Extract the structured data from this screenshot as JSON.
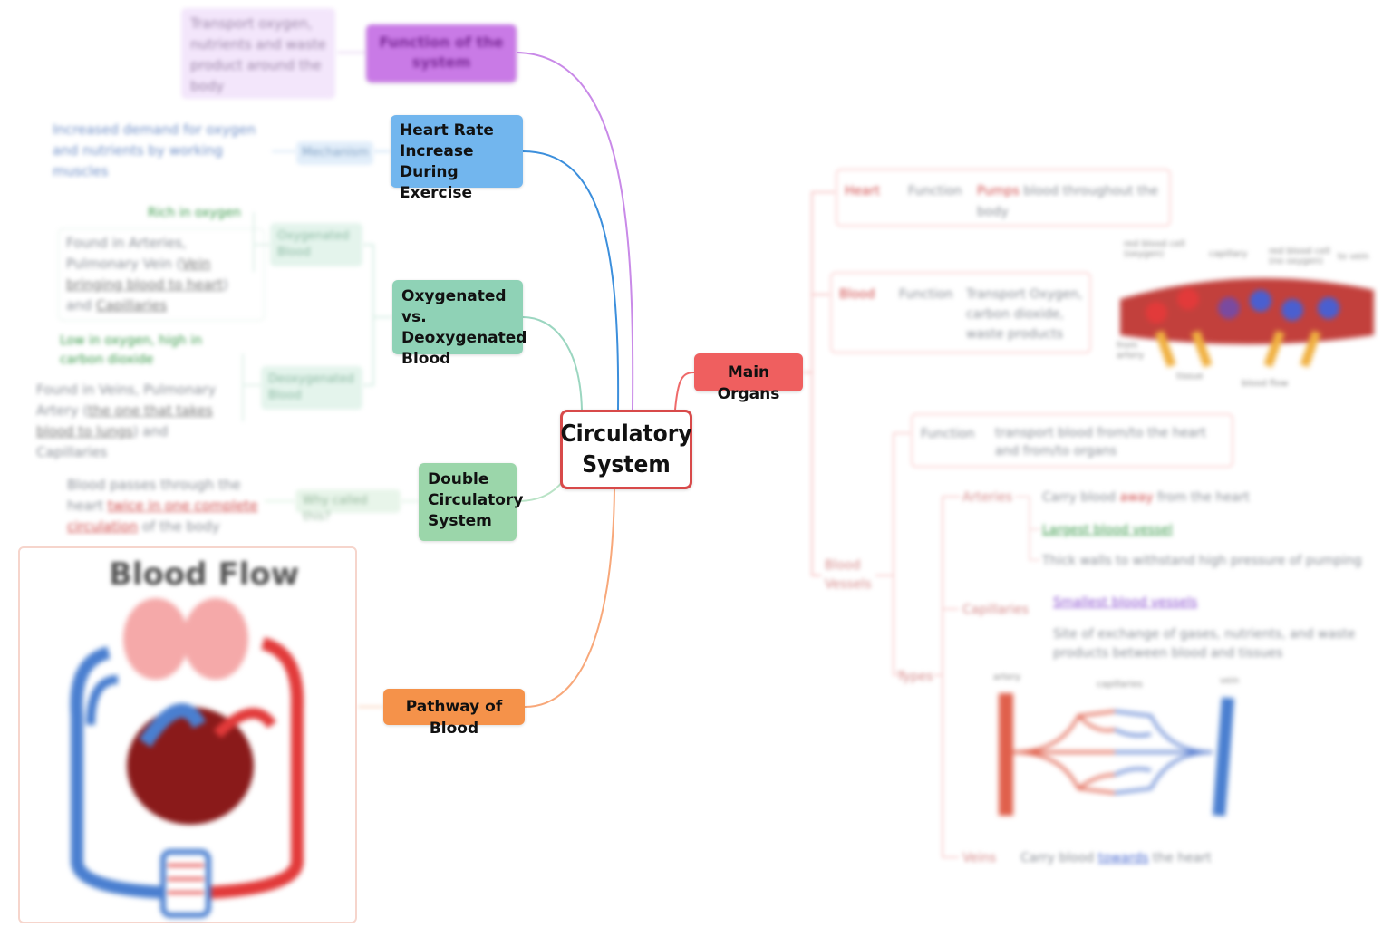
{
  "central": {
    "title_line1": "Circulatory",
    "title_line2": "System"
  },
  "branches": {
    "function": {
      "label": "Function of the system",
      "note": "Transport oxygen, nutrients and waste product around the body"
    },
    "heart_rate": {
      "label": "Heart Rate Increase During Exercise",
      "pill": "Mechanism",
      "note": "Increased demand for oxygen and nutrients by working muscles"
    },
    "oxy": {
      "label": "Oxygenated vs. Deoxygenated Blood",
      "oxygenated": {
        "pill": "Oxygenated Blood",
        "tag": "Rich in oxygen",
        "note_a": "Found in Arteries, Pulmonary Vein (",
        "note_link": "Vein bringing blood to heart",
        "note_b": ") and ",
        "note_link2": "Capillaries"
      },
      "deoxygenated": {
        "pill": "Deoxygenated Blood",
        "tag": "Low in oxygen, high in carbon dioxide",
        "note_a": "Found in Veins, Pulmonary Artery (",
        "note_link": "the one that takes blood to lungs",
        "note_b": ") and Capillaries"
      }
    },
    "double": {
      "label": "Double Circulatory System",
      "pill": "Why called this?",
      "note_a": "Blood passes through the heart ",
      "note_link": "twice in one complete circulation",
      "note_b": " of the body"
    },
    "pathway": {
      "label": "Pathway of Blood",
      "image_title": "Blood Flow"
    },
    "main_organs": {
      "label": "Main Organs",
      "heart": {
        "tag": "Heart",
        "func": "Function",
        "emph": "Pumps",
        "rest": " blood throughout the body"
      },
      "blood": {
        "tag": "Blood",
        "func": "Function",
        "text": "Transport Oxygen, carbon dioxide, waste products",
        "labels": [
          "red blood cell (oxygen)",
          "capillary",
          "red blood cell (no oxygen)",
          "tissue",
          "blood flow",
          "to vein",
          "from artery"
        ]
      },
      "vessels": {
        "tag": "Blood Vessels",
        "function": {
          "label": "Function",
          "text": "transport blood from/to the heart and from/to organs"
        },
        "types": "Types",
        "arteries": {
          "label": "Arteries",
          "l1_a": "Carry blood ",
          "l1_emph": "away",
          "l1_b": " from the heart",
          "l2": "Largest blood vessel",
          "l3": "Thick walls to withstand high pressure of pumping"
        },
        "capillaries": {
          "label": "Capillaries",
          "l1": "Smallest blood vessels",
          "l2": "Site of exchange of gases, nutrients, and waste products between blood and tissues"
        },
        "diagram_labels": {
          "artery": "artery",
          "capillaries": "capillaries",
          "vein": "vein"
        },
        "veins": {
          "label": "Veins",
          "a": "Carry blood ",
          "emph": "towards",
          "b": " the heart"
        }
      }
    }
  },
  "colors": {
    "purple": "#c97ae6",
    "blue": "#72b6ee",
    "green": "#8fd2b6",
    "green2": "#9bd6aa",
    "orange": "#f5924a",
    "red": "#ef5f5f"
  }
}
